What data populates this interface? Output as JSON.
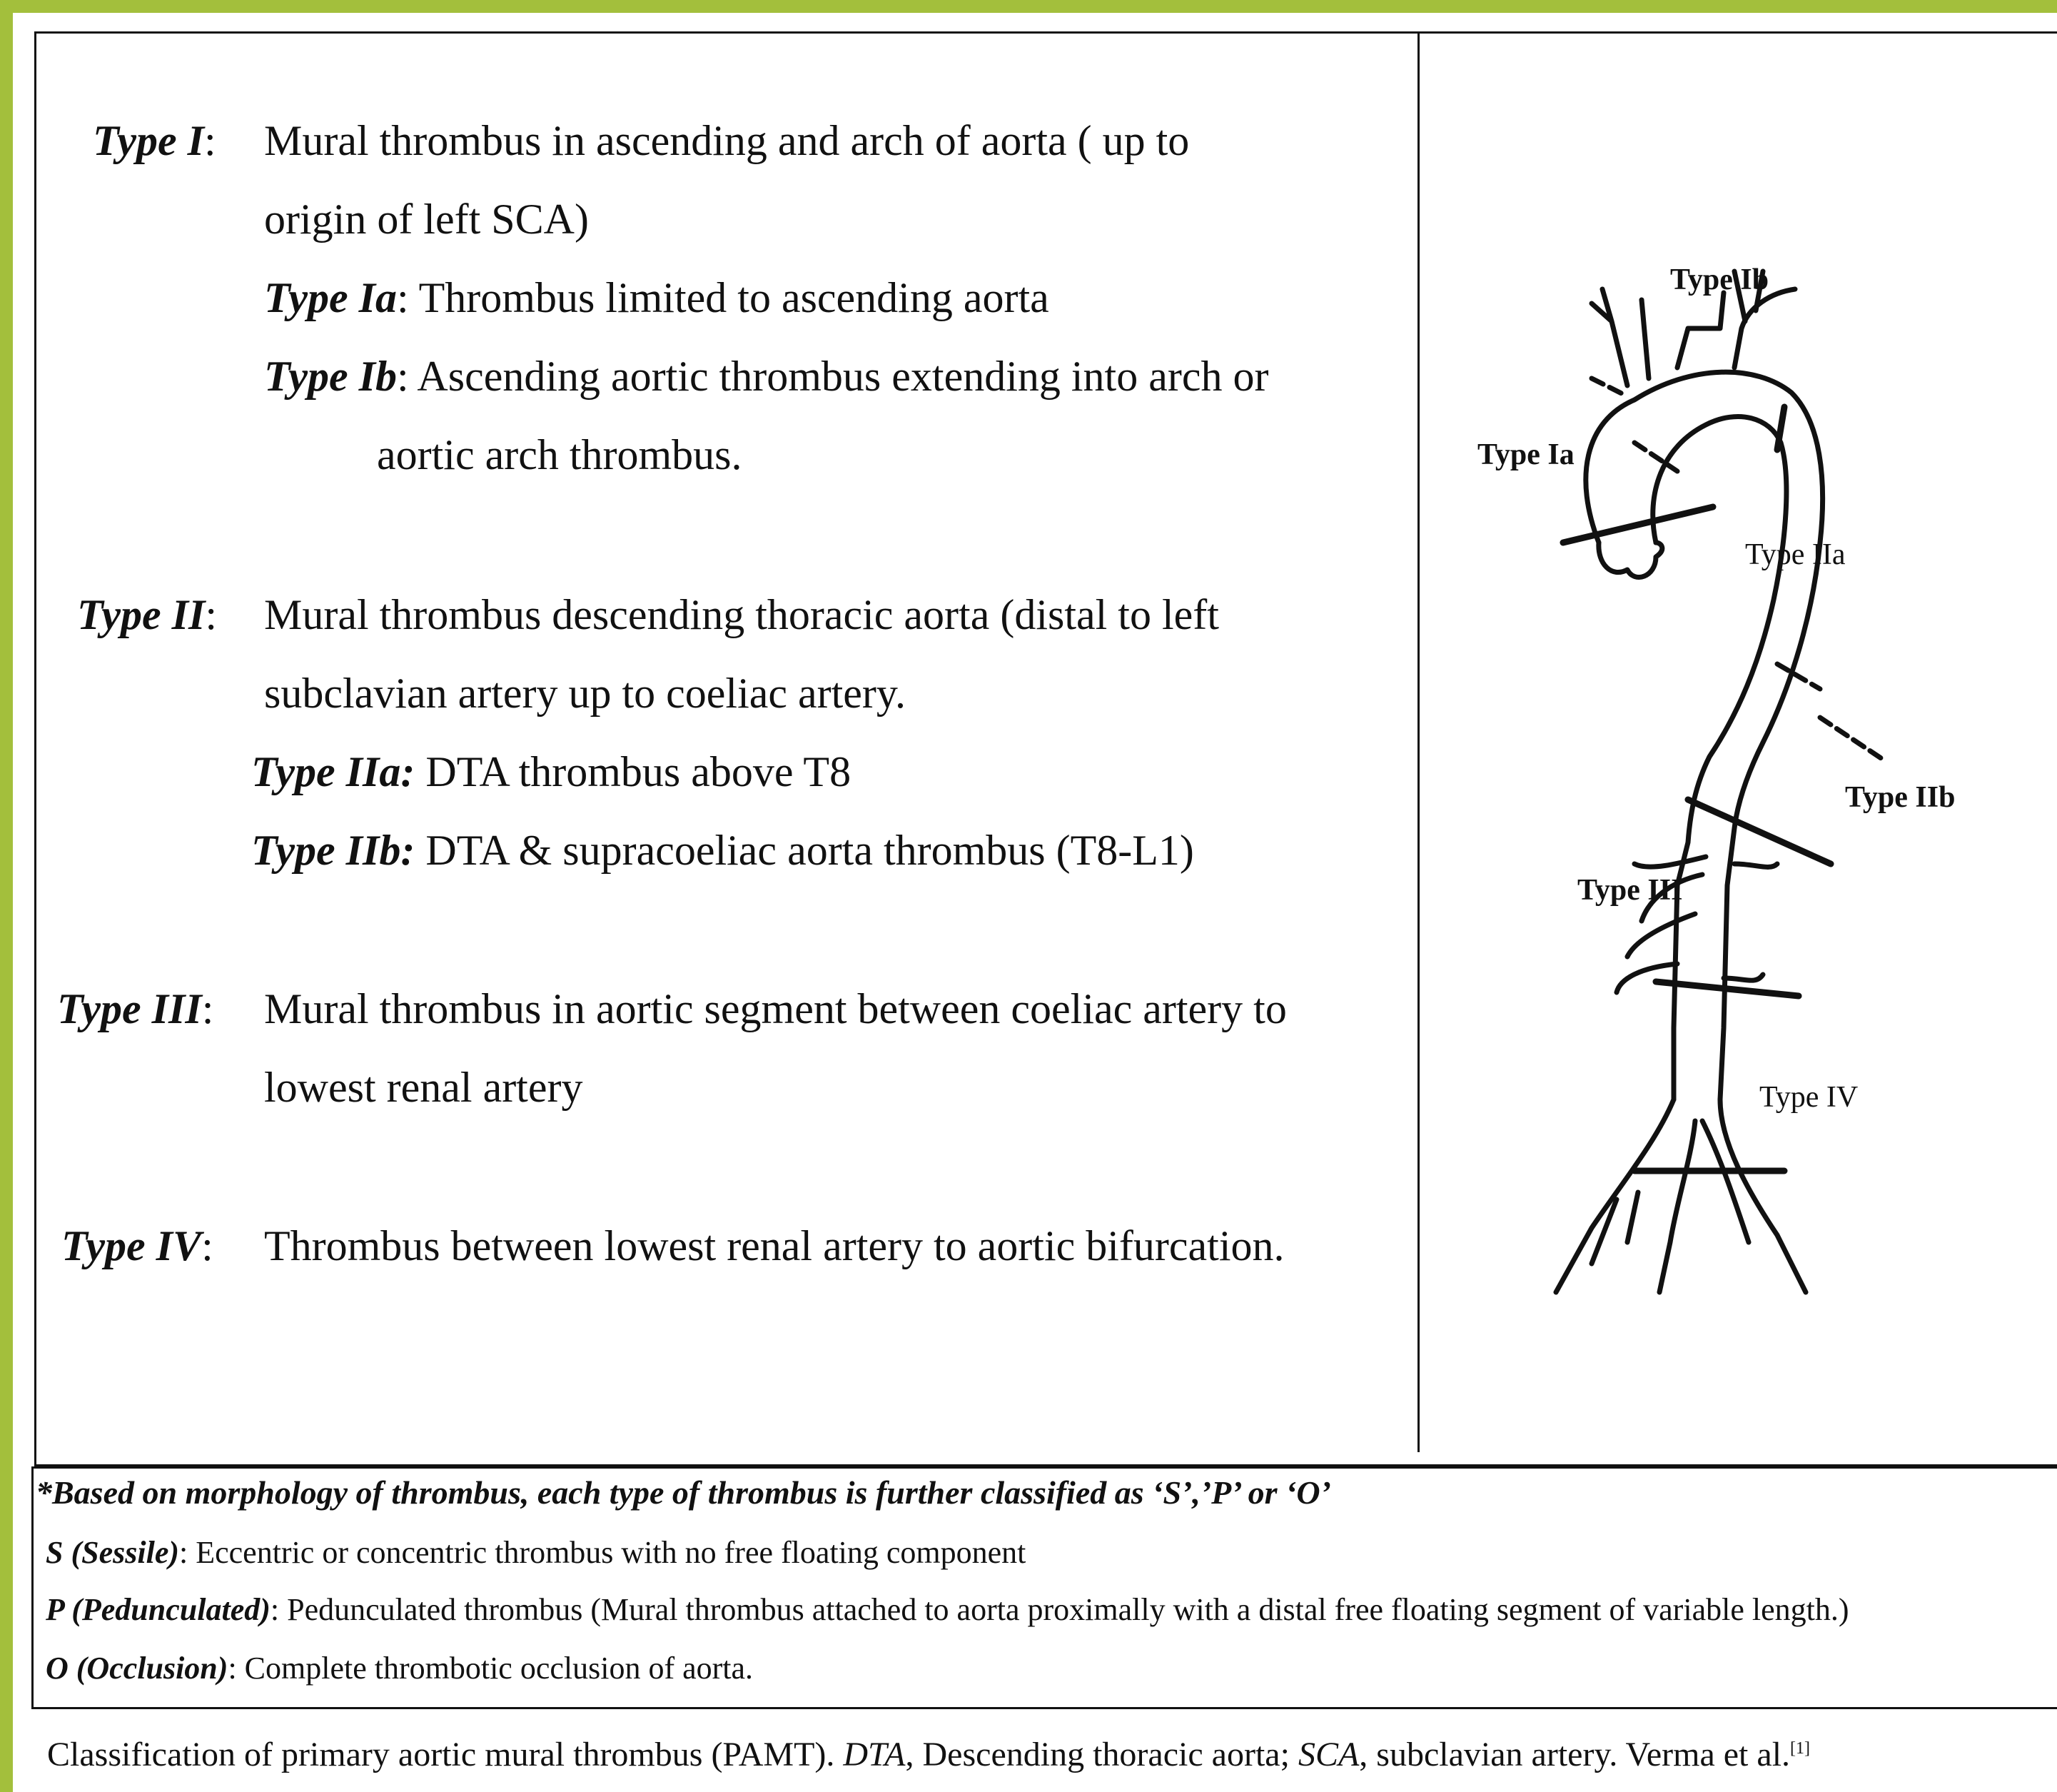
{
  "types": [
    {
      "label": "Type I",
      "lines": [
        "Mural thrombus in ascending and arch of aorta ( up to",
        "origin of left SCA)"
      ]
    },
    {
      "label": "Type Ia",
      "lines": [
        "Thrombus limited to ascending aorta"
      ]
    },
    {
      "label": "Type Ib",
      "lines": [
        "Ascending aortic thrombus extending into arch or",
        "aortic arch thrombus."
      ]
    },
    {
      "label": "Type II",
      "lines": [
        "Mural thrombus descending thoracic aorta (distal to left",
        "subclavian artery up to coeliac artery."
      ]
    },
    {
      "label": "Type IIa:",
      "lines": [
        "DTA thrombus above T8"
      ]
    },
    {
      "label": "Type IIb:",
      "lines": [
        "DTA & supracoeliac aorta thrombus (T8-L1)"
      ]
    },
    {
      "label": "Type III",
      "lines": [
        "Mural thrombus in aortic segment between coeliac artery to",
        "lowest renal artery"
      ]
    },
    {
      "label": "Type IV",
      "lines": [
        "Thrombus between lowest renal artery to aortic bifurcation."
      ]
    }
  ],
  "diagram_labels": {
    "ia": "Type Ia",
    "ib": "Type Ib",
    "iia": "Type IIa",
    "iib": "Type IIb",
    "iii": "Type III",
    "iv": "Type IV"
  },
  "morphology": {
    "heading": "*Based on morphology of thrombus, each type of thrombus is further classified as ‘S’,’P’ or ‘O’",
    "items": [
      {
        "label": "S (Sessile)",
        "text": ": Eccentric or concentric thrombus with no free floating component"
      },
      {
        "label": "P (Pedunculated)",
        "text": ": Pedunculated thrombus (Mural thrombus attached to aorta proximally with a distal free floating segment of variable length.)"
      },
      {
        "label": "O (Occlusion)",
        "text": ": Complete thrombotic occlusion of aorta."
      }
    ]
  },
  "caption": {
    "part1": "Classification of primary aortic mural thrombus (PAMT). ",
    "dta_abbr": "DTA",
    "part2": ", Descending thoracic aorta; ",
    "sca_abbr": "SCA",
    "part3": ", subclavian artery. Verma et al.",
    "ref": "[1]"
  }
}
